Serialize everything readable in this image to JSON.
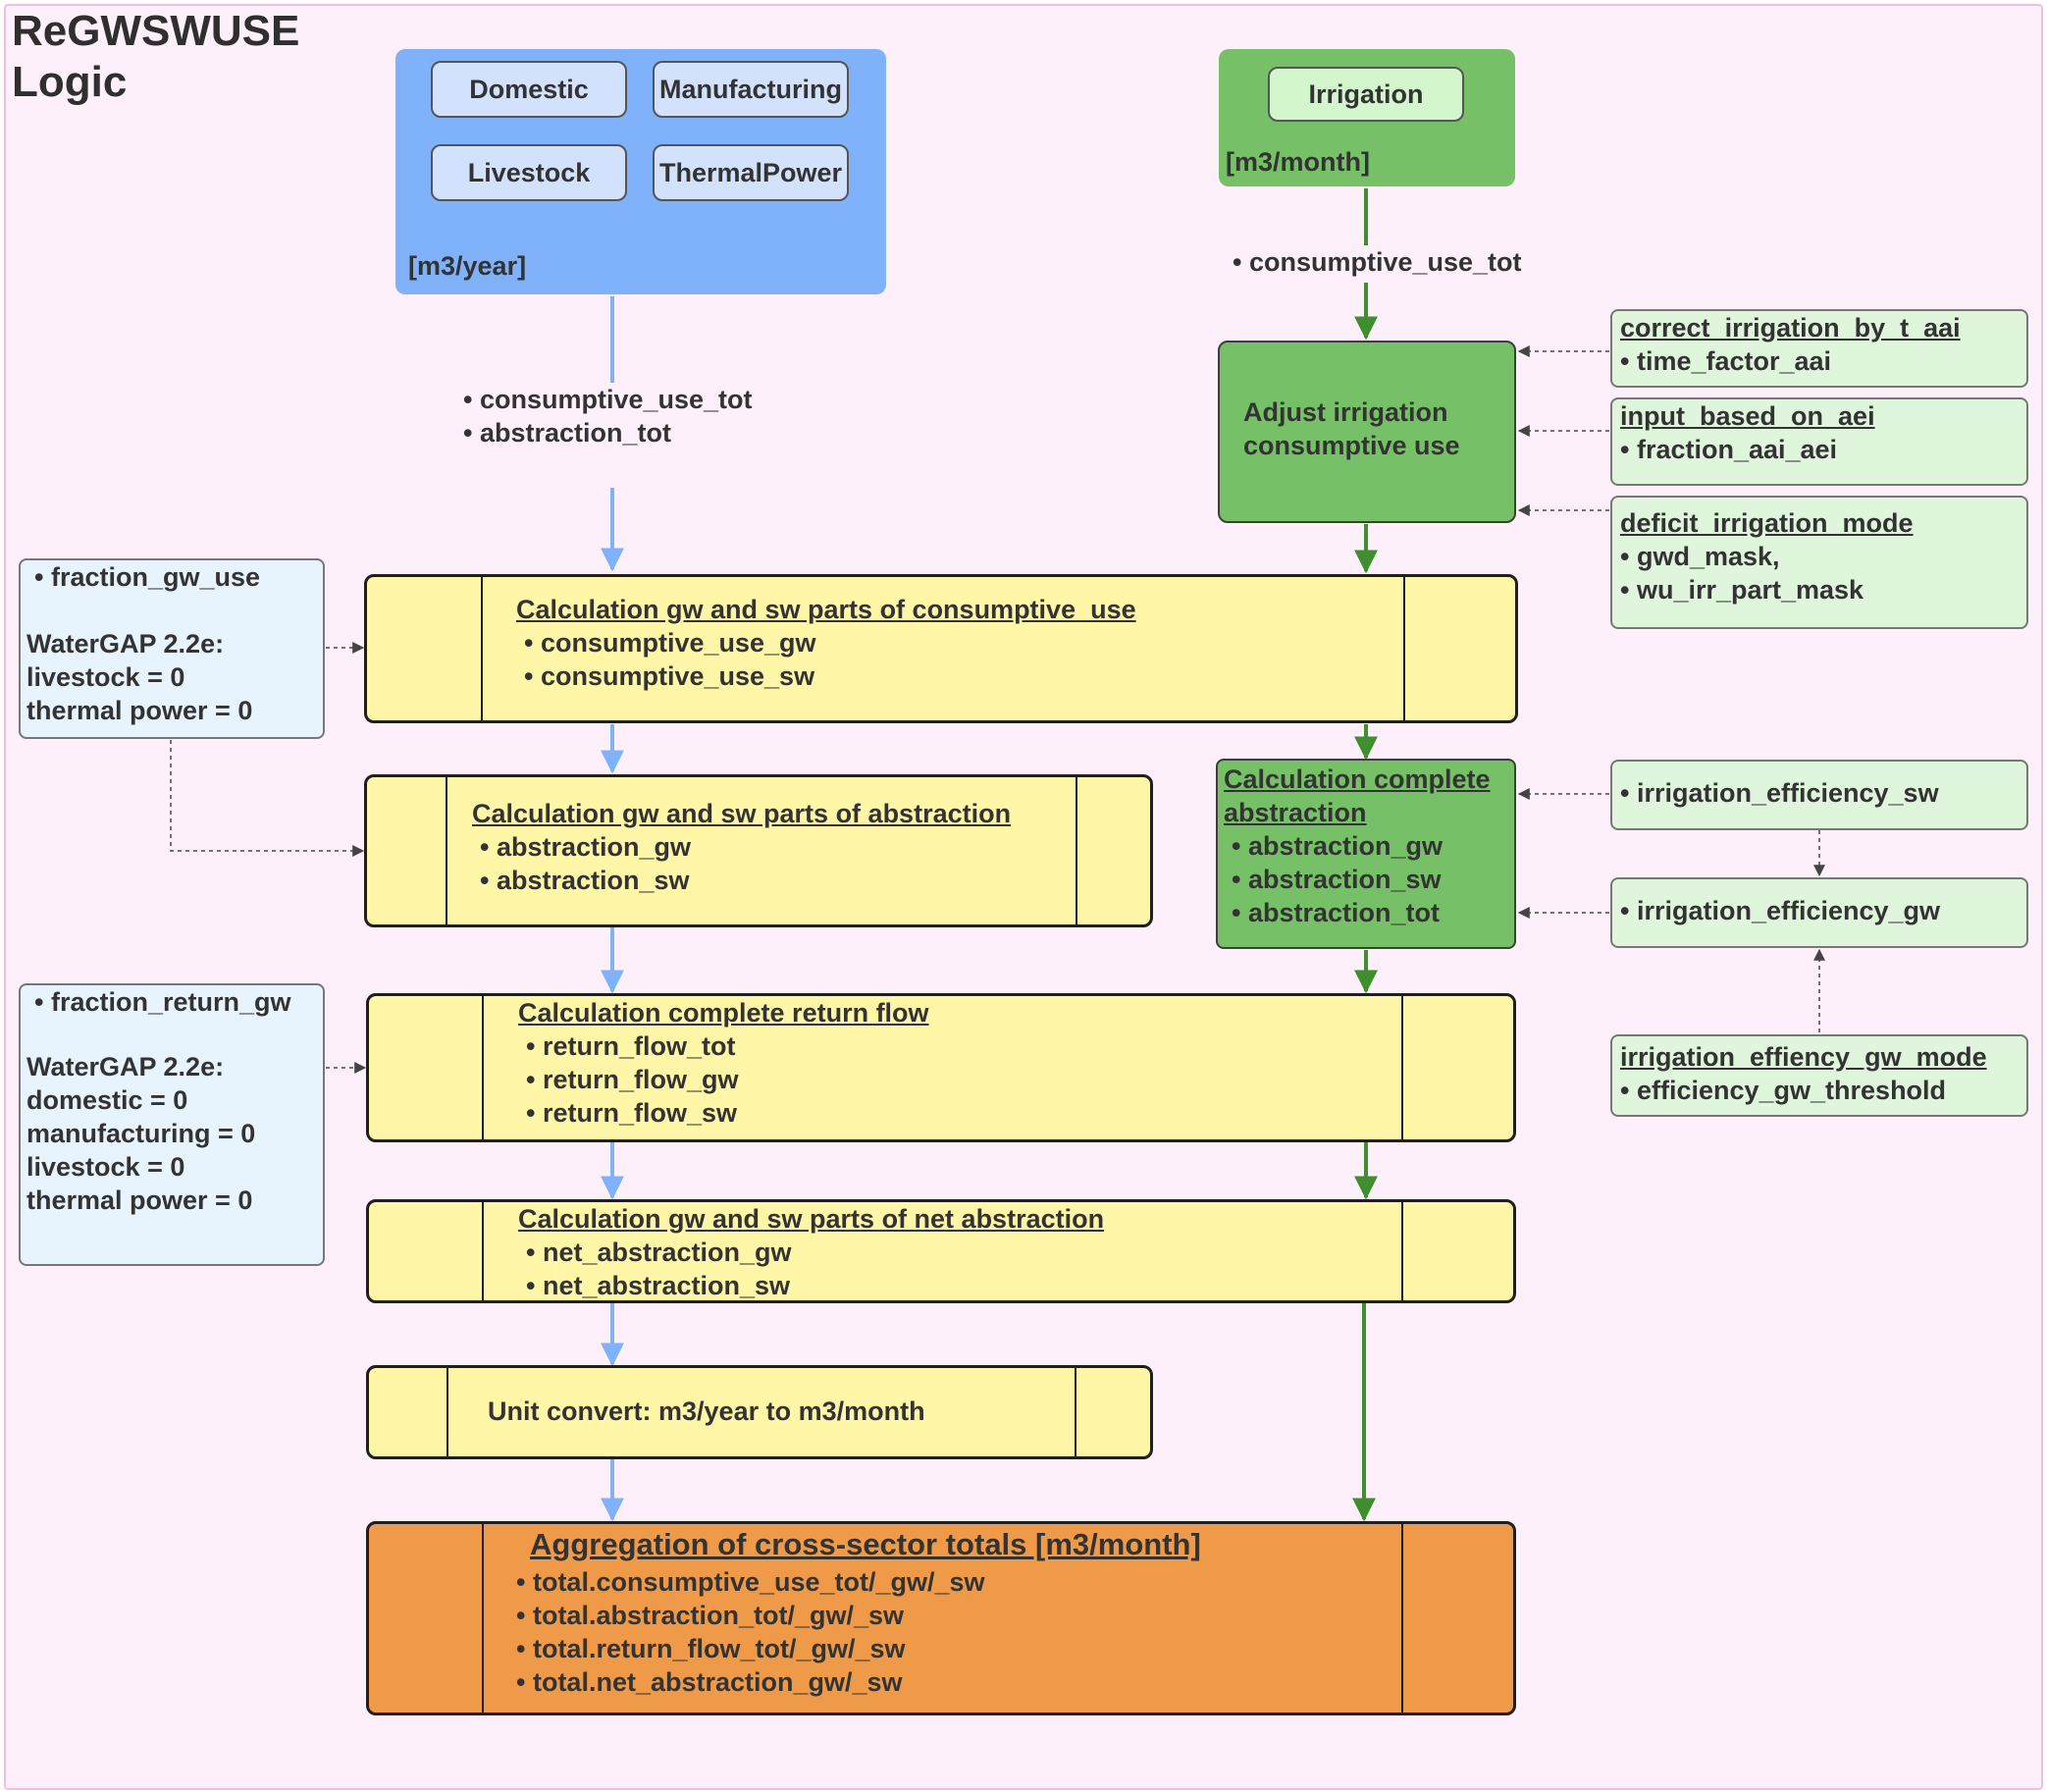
{
  "title": [
    "ReGWSWUSE",
    "Logic"
  ],
  "sectors": {
    "domestic": "Domestic",
    "manufacturing": "Manufacturing",
    "livestock": "Livestock",
    "thermal": "ThermalPower",
    "unit": "[m3/year]"
  },
  "irrigation": {
    "label": "Irrigation",
    "unit": "[m3/month]",
    "out_var": "• consumptive_use_tot"
  },
  "sector_vars": [
    "• consumptive_use_tot",
    "• abstraction_tot"
  ],
  "adjust": [
    "Adjust irrigation",
    "consumptive use"
  ],
  "side_consumptive": {
    "bullet": "• fraction_gw_use",
    "lines": [
      "WaterGAP 2.2e:",
      "livestock = 0",
      "thermal power = 0"
    ]
  },
  "side_return": {
    "bullet": "• fraction_return_gw",
    "lines": [
      "WaterGAP 2.2e:",
      "domestic = 0",
      "manufacturing = 0",
      "livestock = 0",
      "thermal power = 0"
    ]
  },
  "proc_consumptive": {
    "heading": "Calculation gw and sw parts of consumptive_use",
    "items": [
      "• consumptive_use_gw",
      "• consumptive_use_sw"
    ]
  },
  "proc_abstraction": {
    "heading": "Calculation gw and sw parts of abstraction",
    "items": [
      "• abstraction_gw",
      "• abstraction_sw"
    ]
  },
  "proc_return": {
    "heading": "Calculation complete return flow",
    "items": [
      "• return_flow_tot",
      "• return_flow_gw",
      "• return_flow_sw"
    ]
  },
  "proc_net": {
    "heading": "Calculation gw and sw parts of net abstraction",
    "items": [
      "• net_abstraction_gw",
      "• net_abstraction_sw"
    ]
  },
  "proc_unit": {
    "label": "Unit convert: m3/year to m3/month"
  },
  "proc_aggregate": {
    "heading": "Aggregation of cross-sector totals [m3/month]",
    "items": [
      "• total.consumptive_use_tot/_gw/_sw",
      "• total.abstraction_tot/_gw/_sw",
      "• total.return_flow_tot/_gw/_sw",
      "• total.net_abstraction_gw/_sw"
    ]
  },
  "irr_abstraction": {
    "heading": [
      "Calculation complete",
      "abstraction"
    ],
    "items": [
      "• abstraction_gw",
      "• abstraction_sw",
      "• abstraction_tot"
    ]
  },
  "params": {
    "correct": {
      "heading": "correct_irrigation_by_t_aai",
      "items": [
        "• time_factor_aai"
      ]
    },
    "input_aei": {
      "heading": "input_based_on_aei",
      "items": [
        "• fraction_aai_aei"
      ]
    },
    "deficit": {
      "heading": "deficit_irrigation_mode",
      "items": [
        "• gwd_mask,",
        "• wu_irr_part_mask"
      ]
    },
    "eff_sw": "• irrigation_efficiency_sw",
    "eff_gw": "• irrigation_efficiency_gw",
    "eff_mode": {
      "heading": "irrigation_effiency_gw_mode",
      "items": [
        "• efficiency_gw_threshold"
      ]
    }
  },
  "colors": {
    "blue_arrow": "#7fb2fb",
    "green_arrow": "#3f8f2f",
    "dashed_arrow": "#444444",
    "process_fill": "#fff6a8",
    "aggregate_fill": "#ee9a48"
  }
}
